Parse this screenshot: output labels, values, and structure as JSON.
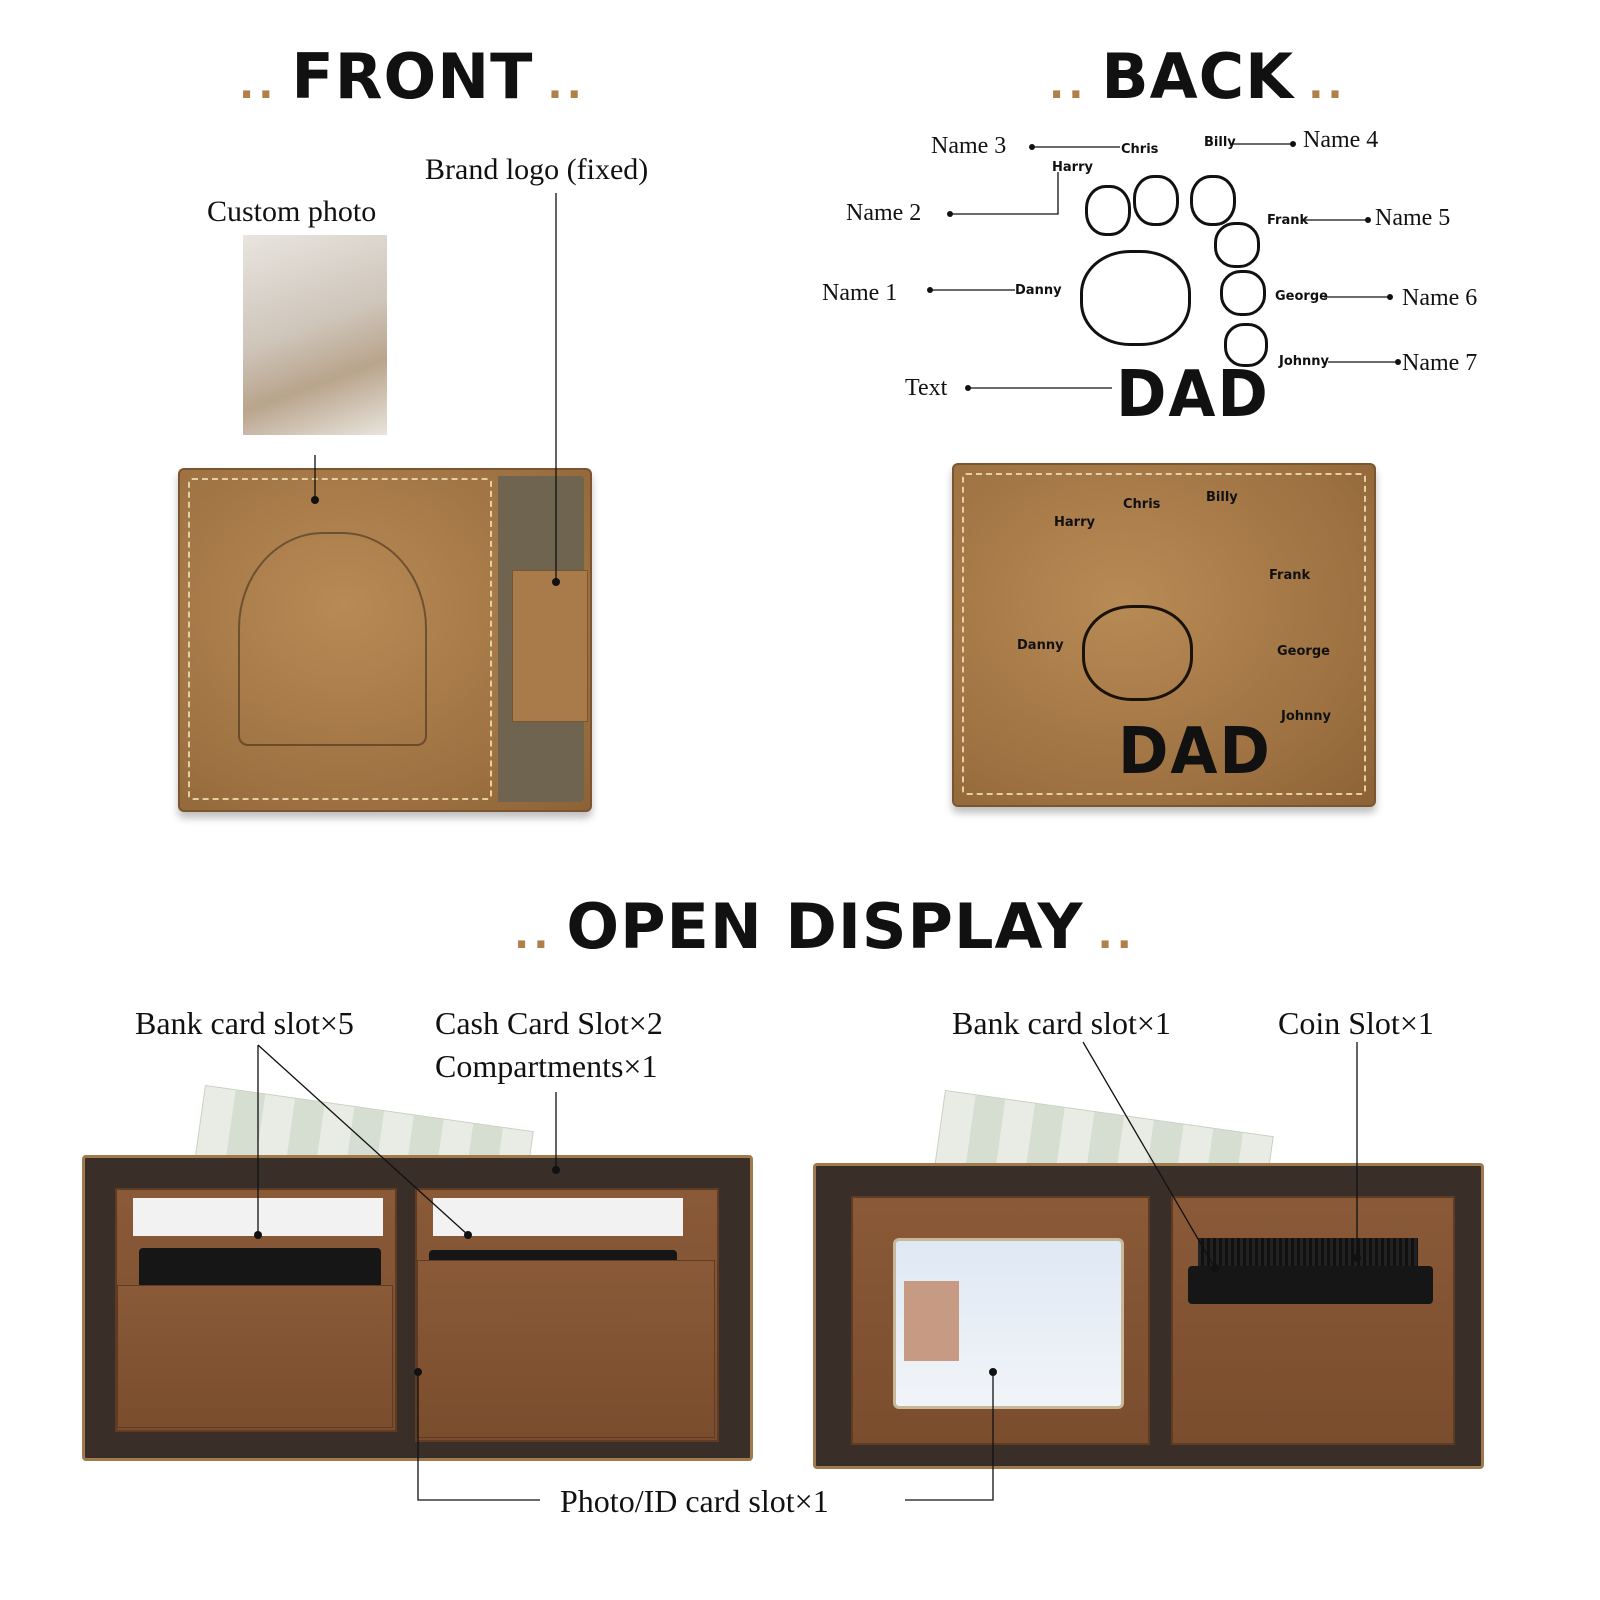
{
  "sections": {
    "front": {
      "title": "FRONT",
      "labels": {
        "custom_photo": "Custom photo",
        "brand_logo": "Brand logo (fixed)"
      }
    },
    "back": {
      "title": "BACK",
      "slot_labels": [
        "Name 1",
        "Name 2",
        "Name 3",
        "Name 4",
        "Name 5",
        "Name 6",
        "Name 7"
      ],
      "text_label": "Text",
      "kid_names": {
        "name1": "Danny",
        "name2": "Harry",
        "name3": "Chris",
        "name4": "Billy",
        "name5": "Frank",
        "name6": "George",
        "name7": "Johnny"
      },
      "engraving_text": "DAD"
    },
    "open": {
      "title": "OPEN DISPLAY",
      "labels": {
        "bank_card_5": "Bank card slot×5",
        "cash_card_2": "Cash Card Slot×2",
        "compartments_1": "Compartments×1",
        "bank_card_1": "Bank card slot×1",
        "coin_slot_1": "Coin Slot×1",
        "photo_id_1": "Photo/ID card slot×1"
      }
    }
  },
  "colors": {
    "accent_dots": "#b0804a",
    "leather": "#a57645",
    "inner_leather": "#7a4d2e"
  }
}
